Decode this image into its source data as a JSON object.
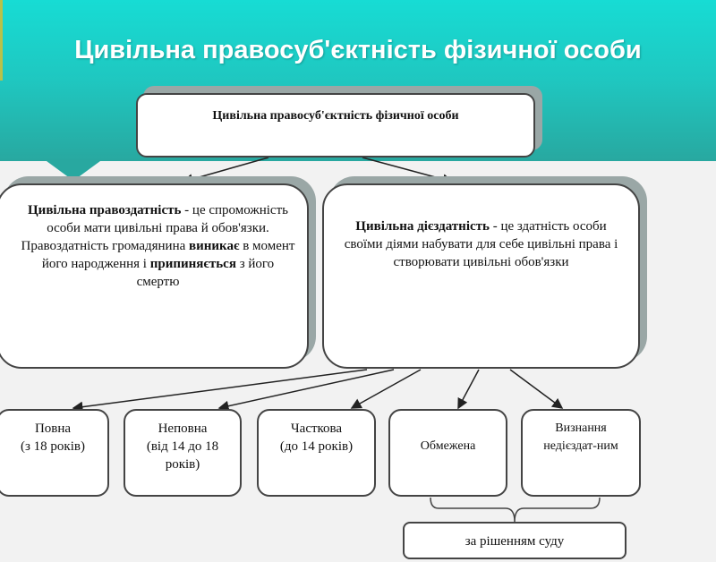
{
  "slide": {
    "title": "Цивільна правосуб'єктність фізичної особи"
  },
  "top_box": {
    "text": "Цивільна правосуб'єктність фізичної особи"
  },
  "left_box": {
    "term": "Цивільна правоздатність",
    "definition": " - це спроможність особи мати цивільні права й обов'язки.",
    "line2_a": "Правоздатність громадянина ",
    "line2_b": "виникає",
    "line2_c": " в момент його народження і ",
    "line2_d": "припиняється",
    "line2_e": " з його смертю"
  },
  "right_box": {
    "term": "Цивільна дієздатність",
    "definition": " - це здатність особи своїми діями набувати для себе цивільні права і створювати цивільні обов'язки"
  },
  "types": [
    {
      "line1": "Повна",
      "line2": "(з 18 років)"
    },
    {
      "line1": "Неповна",
      "line2": "(від 14 до 18 років)"
    },
    {
      "line1": "Часткова",
      "line2": "(до 14 років)"
    },
    {
      "line1": "Обмежена",
      "line2": ""
    },
    {
      "line1": "Визнання",
      "line2": "недієздат-ним"
    }
  ],
  "court_box": {
    "text": "за рішенням суду"
  }
}
